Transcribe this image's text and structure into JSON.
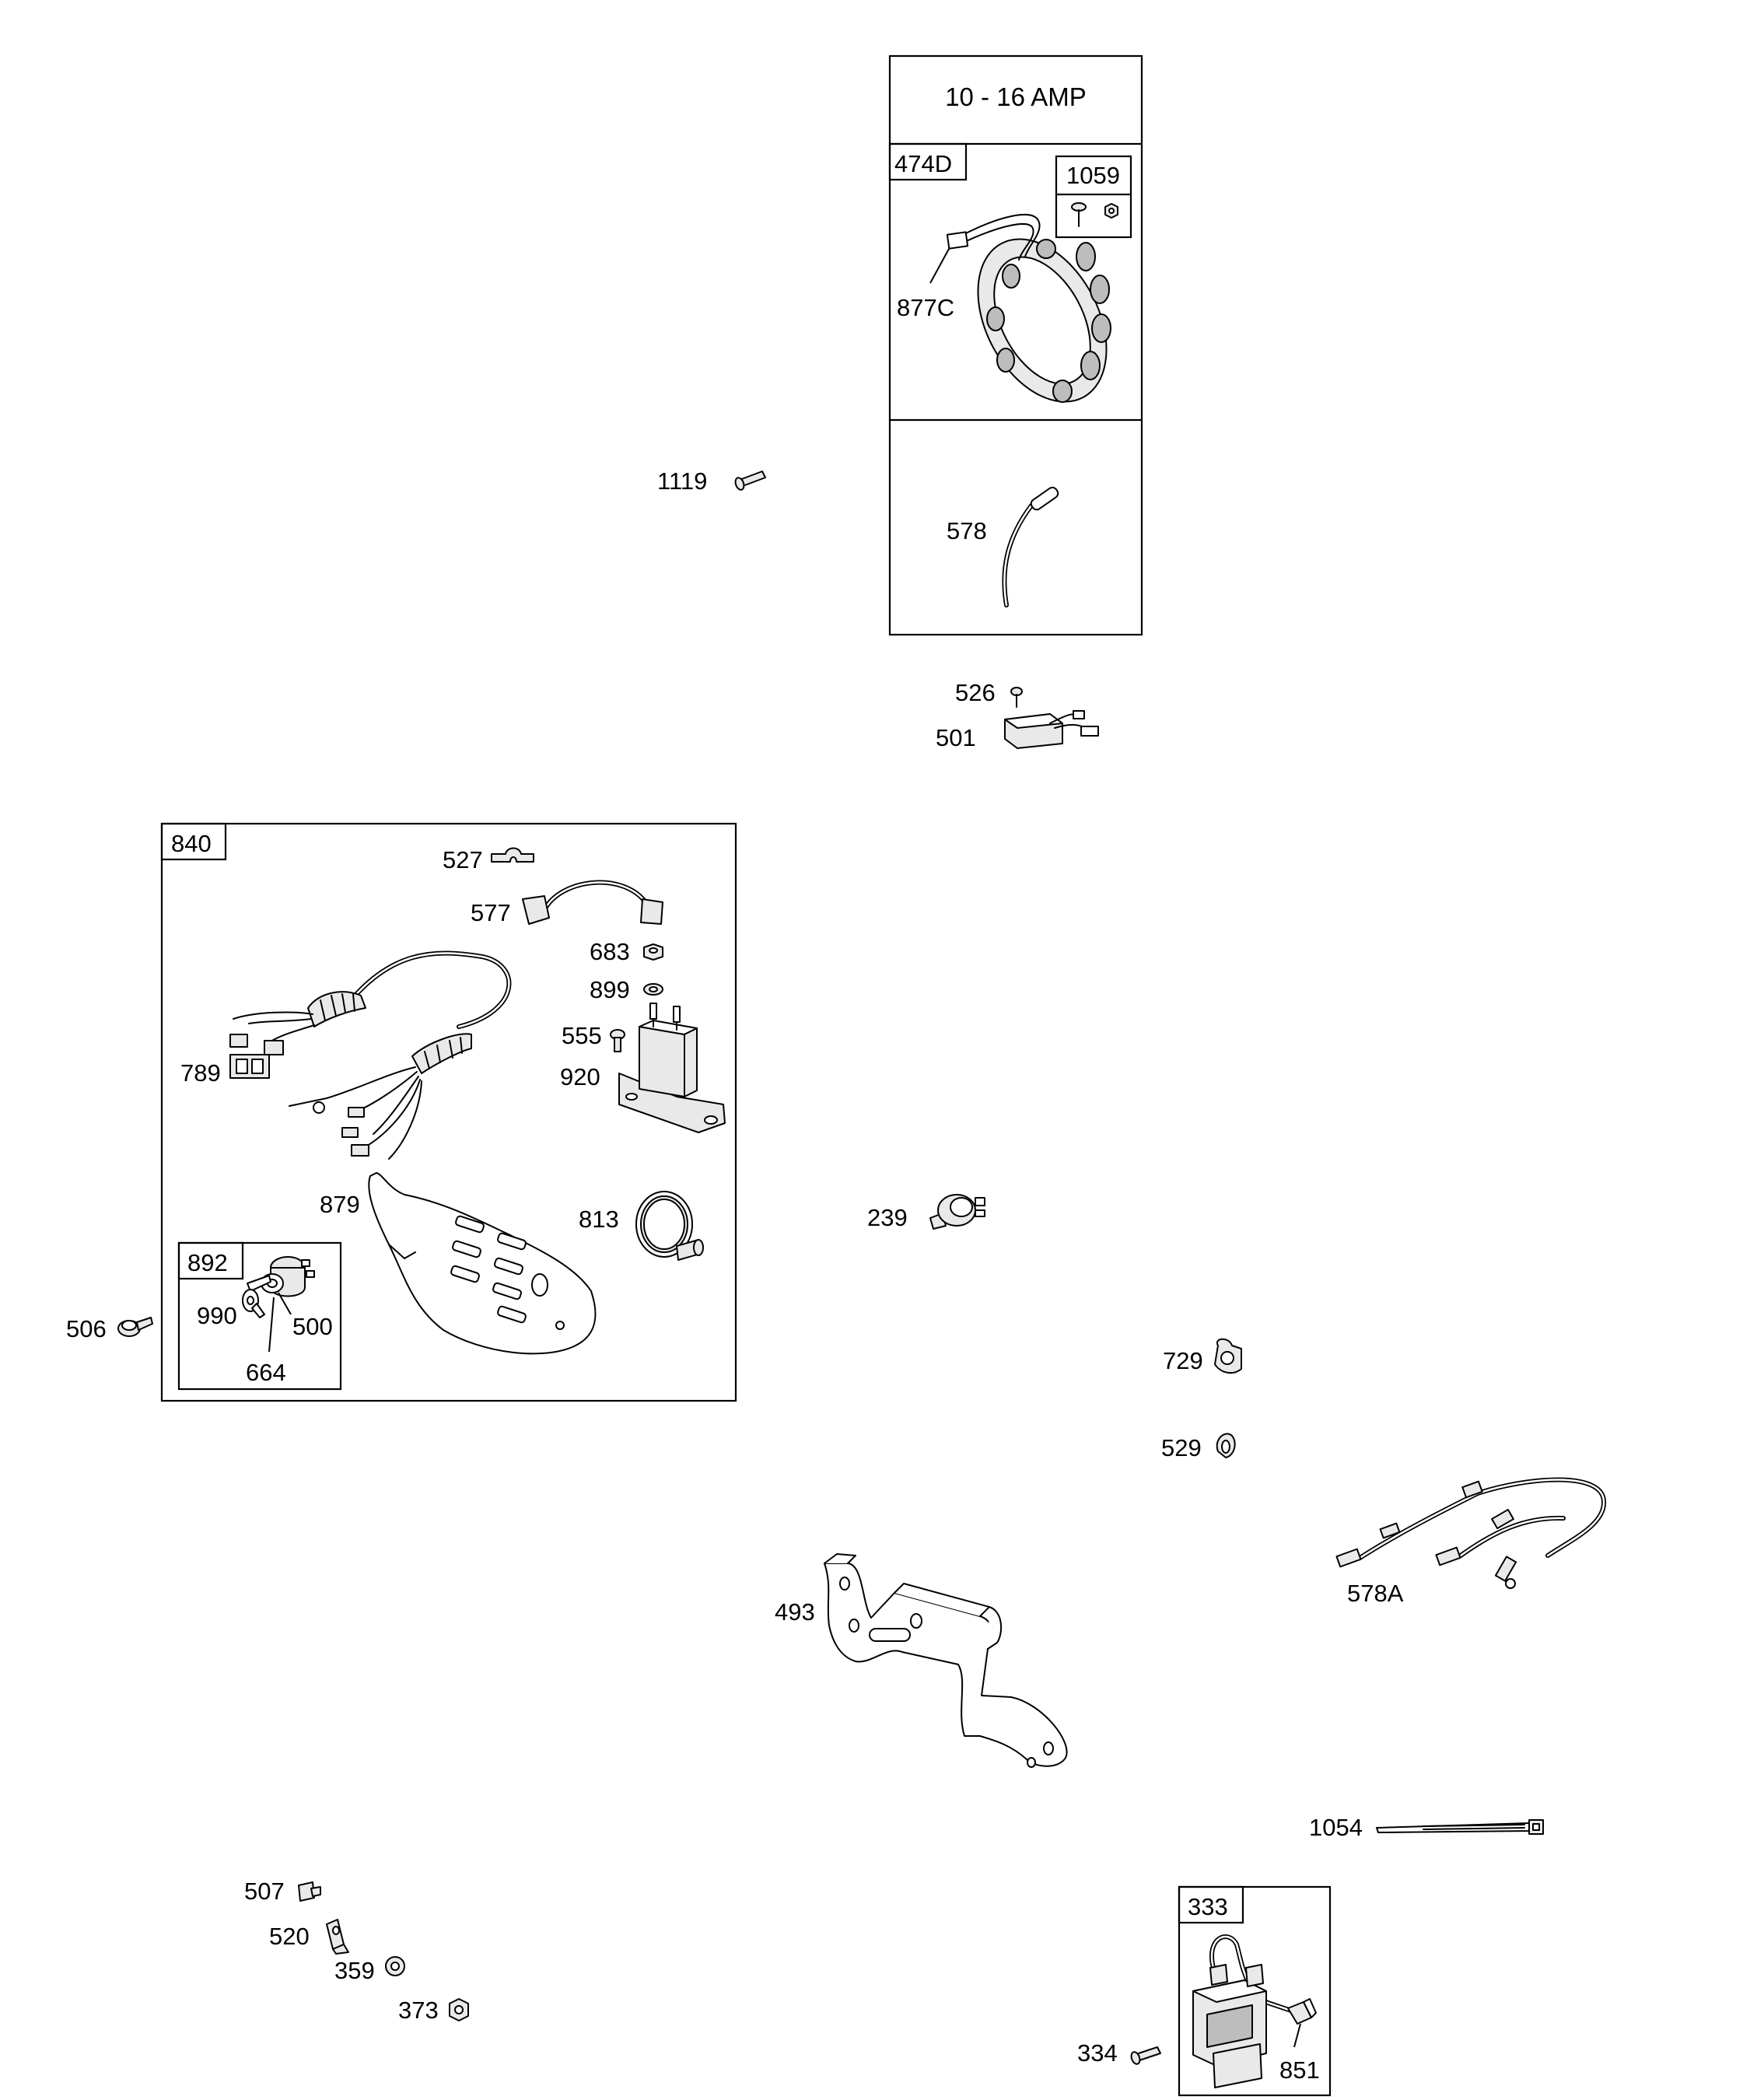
{
  "amp_rating": "10 - 16 AMP",
  "callouts": {
    "c474D": "474D",
    "c1059": "1059",
    "c877C": "877C",
    "c578": "578",
    "c1119": "1119",
    "c526": "526",
    "c501": "501",
    "c840": "840",
    "c527": "527",
    "c577": "577",
    "c683": "683",
    "c899": "899",
    "c555": "555",
    "c920": "920",
    "c789": "789",
    "c879": "879",
    "c813": "813",
    "c892": "892",
    "c990": "990",
    "c500": "500",
    "c664": "664",
    "c506": "506",
    "c239": "239",
    "c729": "729",
    "c529": "529",
    "c578A": "578A",
    "c493": "493",
    "c1054": "1054",
    "c507": "507",
    "c520": "520",
    "c359": "359",
    "c373": "373",
    "c333": "333",
    "c334": "334",
    "c851": "851"
  }
}
